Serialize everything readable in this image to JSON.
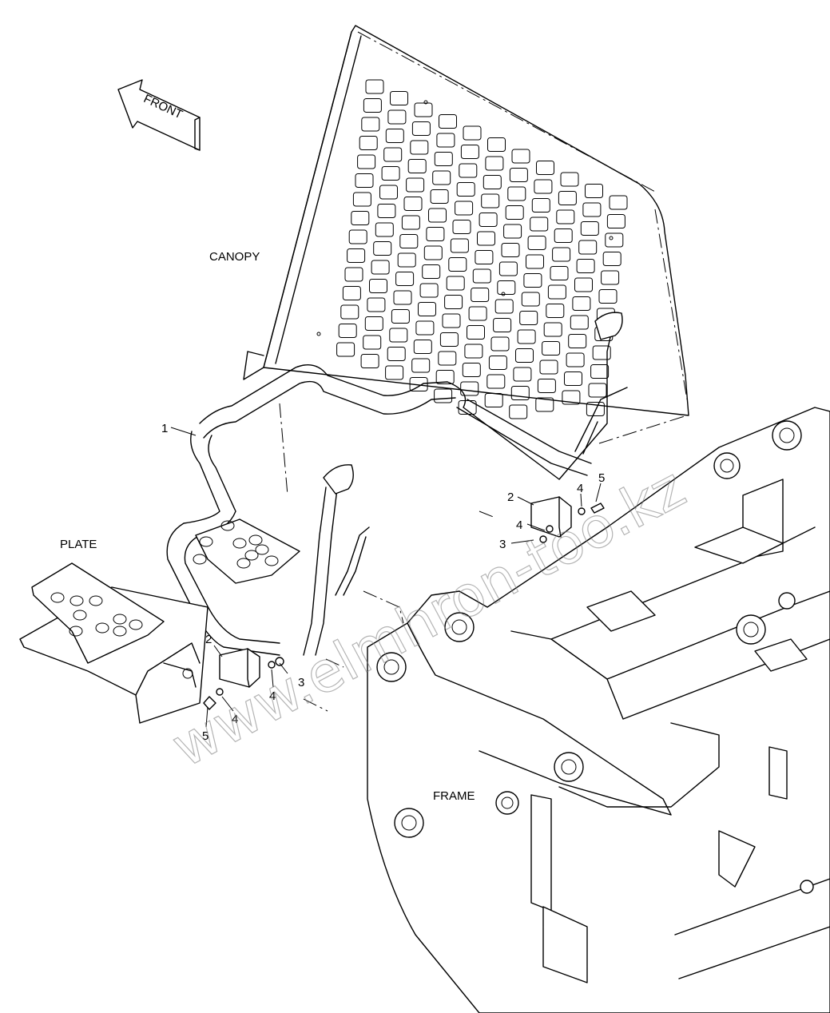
{
  "labels": {
    "front": "FRONT",
    "canopy": "CANOPY",
    "plate": "PLATE",
    "frame": "FRAME"
  },
  "callouts": {
    "p1": "1",
    "left_2": "2",
    "left_3": "3",
    "left_4a": "4",
    "left_4b": "4",
    "left_5": "5",
    "right_2": "2",
    "right_3": "3",
    "right_4a": "4",
    "right_4b": "4",
    "right_5": "5"
  },
  "watermark": "www.elmhron-too.kz"
}
